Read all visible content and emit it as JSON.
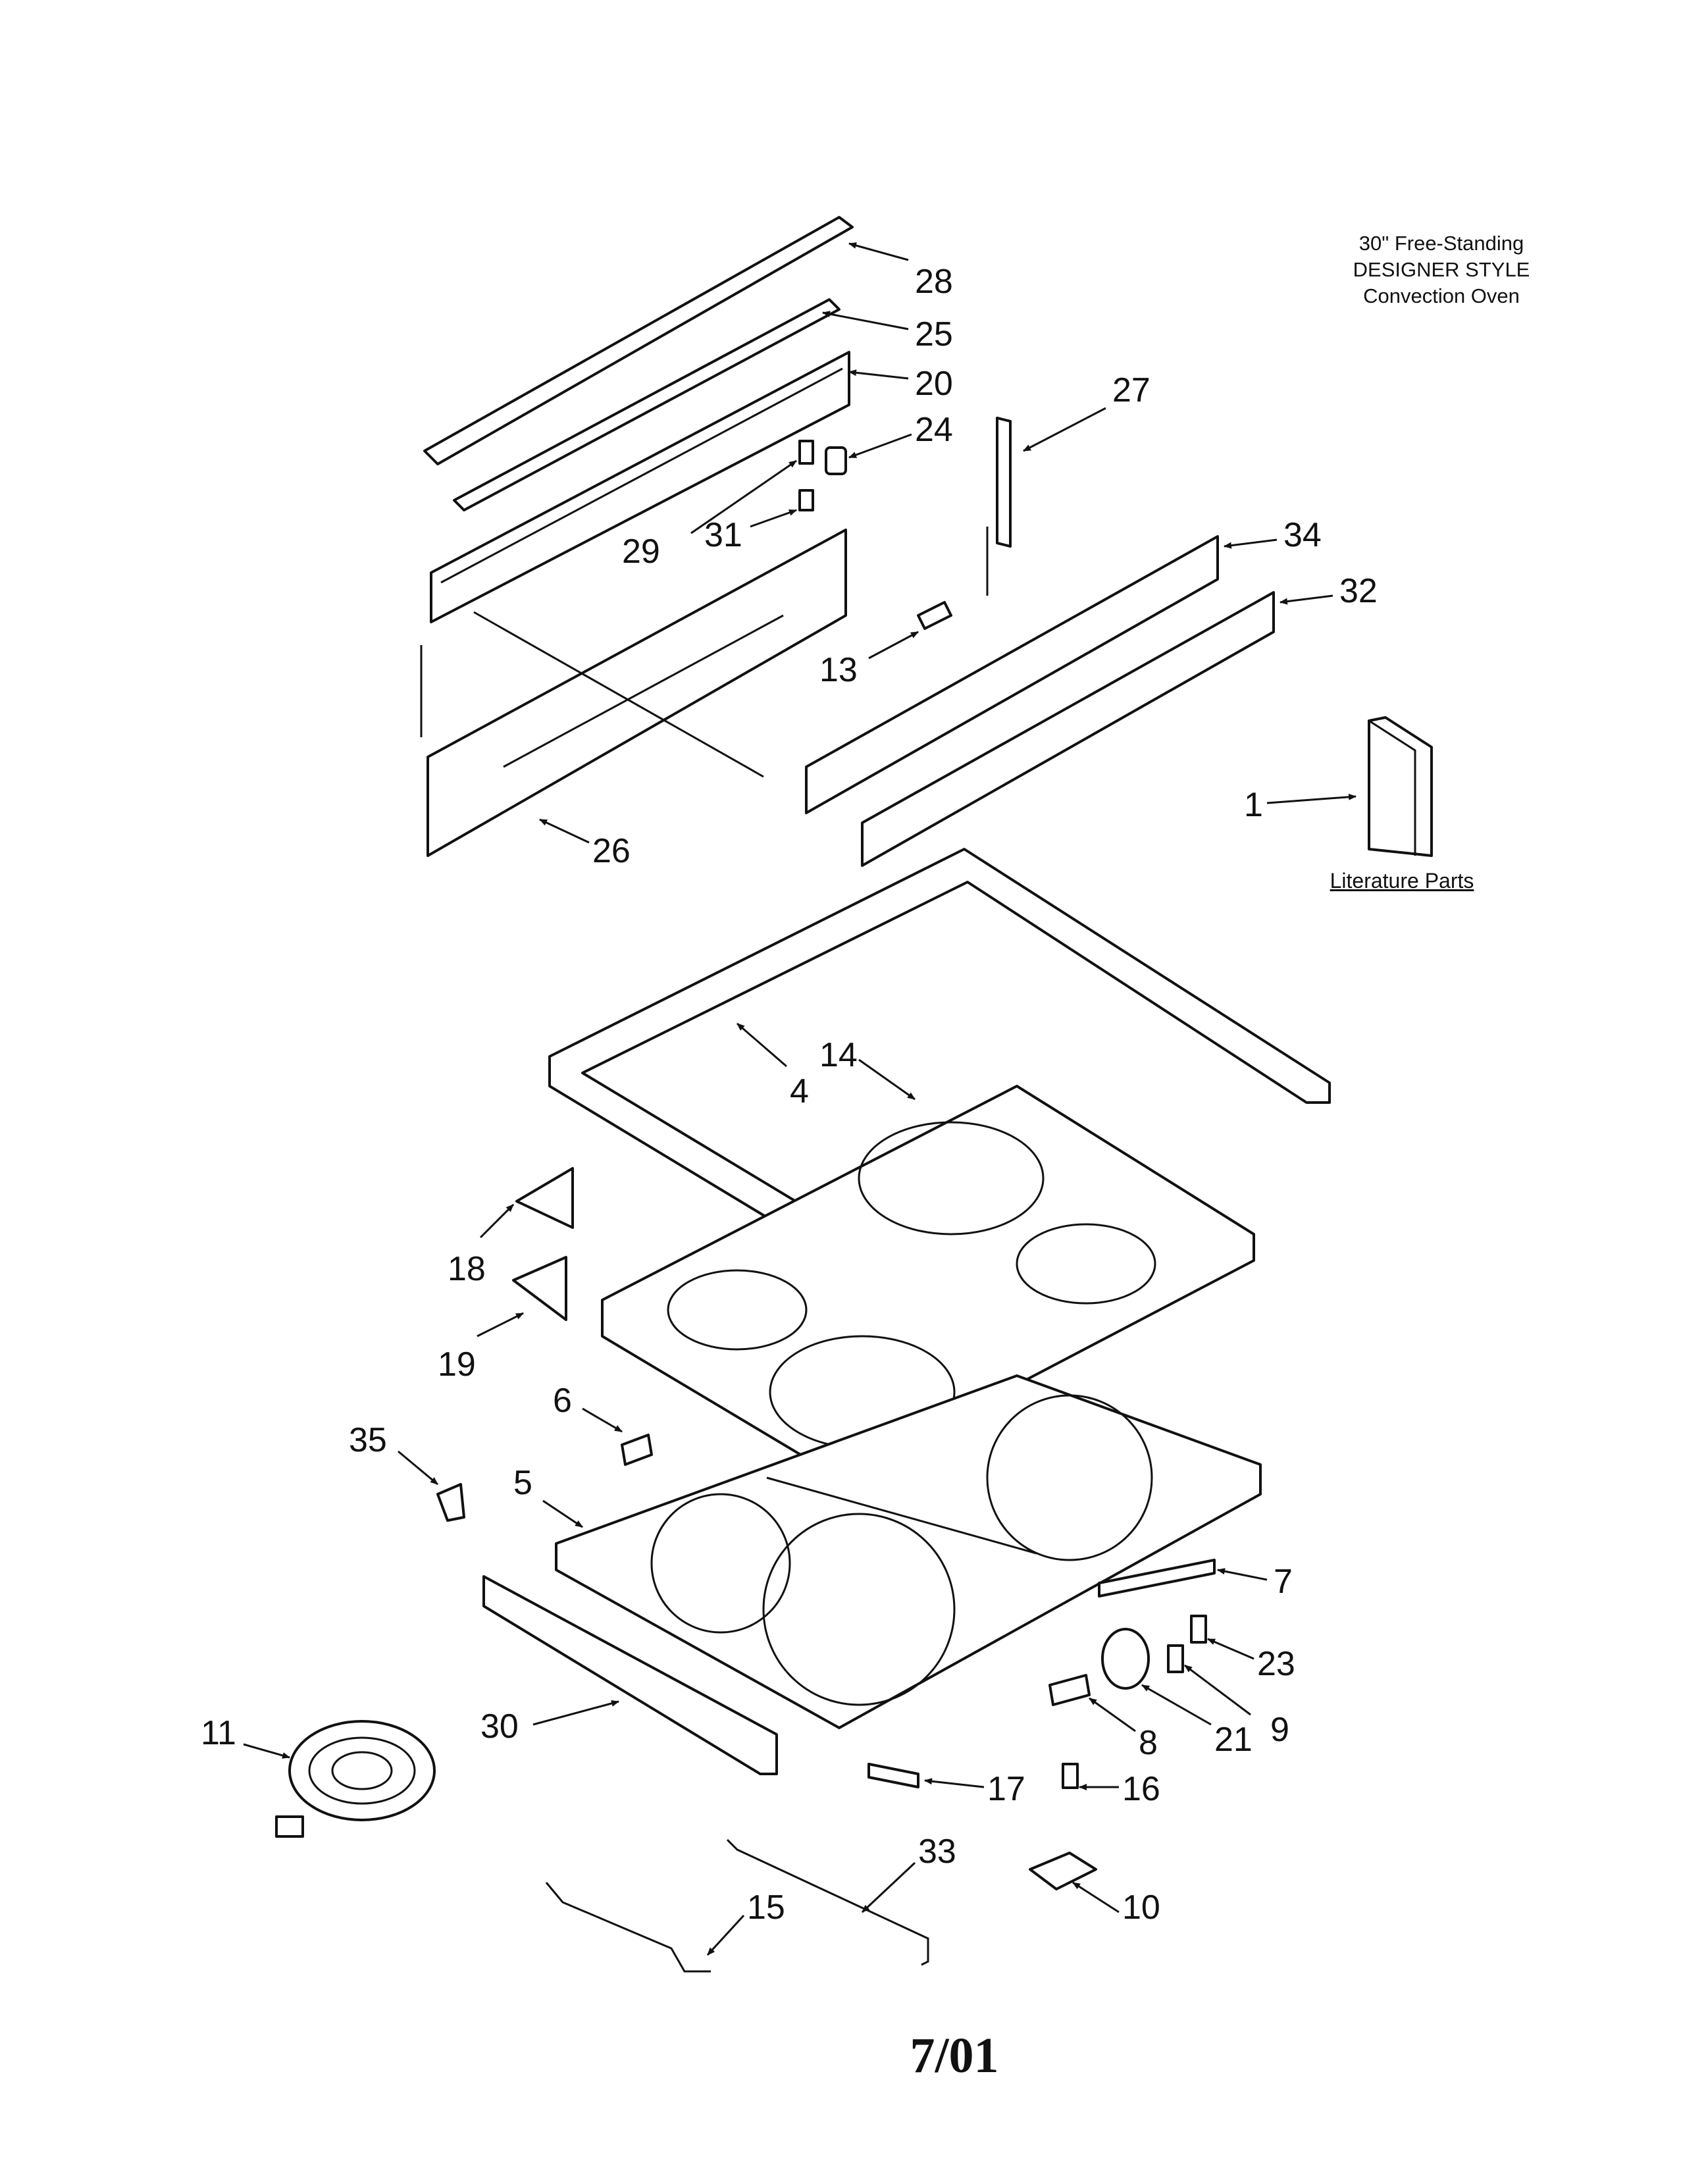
{
  "header": {
    "line1": "30\" Free-Standing",
    "line2": "DESIGNER STYLE",
    "line3": "Convection Oven"
  },
  "literature_label": "Literature Parts",
  "footer_code": "7/01",
  "callouts": [
    {
      "id": "28",
      "label": "28"
    },
    {
      "id": "25",
      "label": "25"
    },
    {
      "id": "20",
      "label": "20"
    },
    {
      "id": "24",
      "label": "24"
    },
    {
      "id": "27",
      "label": "27"
    },
    {
      "id": "29",
      "label": "29"
    },
    {
      "id": "31",
      "label": "31"
    },
    {
      "id": "34",
      "label": "34"
    },
    {
      "id": "32",
      "label": "32"
    },
    {
      "id": "13",
      "label": "13"
    },
    {
      "id": "26",
      "label": "26"
    },
    {
      "id": "1",
      "label": "1"
    },
    {
      "id": "4",
      "label": "4"
    },
    {
      "id": "14",
      "label": "14"
    },
    {
      "id": "18",
      "label": "18"
    },
    {
      "id": "19",
      "label": "19"
    },
    {
      "id": "6",
      "label": "6"
    },
    {
      "id": "35",
      "label": "35"
    },
    {
      "id": "5",
      "label": "5"
    },
    {
      "id": "7",
      "label": "7"
    },
    {
      "id": "23",
      "label": "23"
    },
    {
      "id": "9",
      "label": "9"
    },
    {
      "id": "21",
      "label": "21"
    },
    {
      "id": "8",
      "label": "8"
    },
    {
      "id": "11",
      "label": "11"
    },
    {
      "id": "30",
      "label": "30"
    },
    {
      "id": "17",
      "label": "17"
    },
    {
      "id": "16",
      "label": "16"
    },
    {
      "id": "33",
      "label": "33"
    },
    {
      "id": "15",
      "label": "15"
    },
    {
      "id": "10",
      "label": "10"
    }
  ]
}
